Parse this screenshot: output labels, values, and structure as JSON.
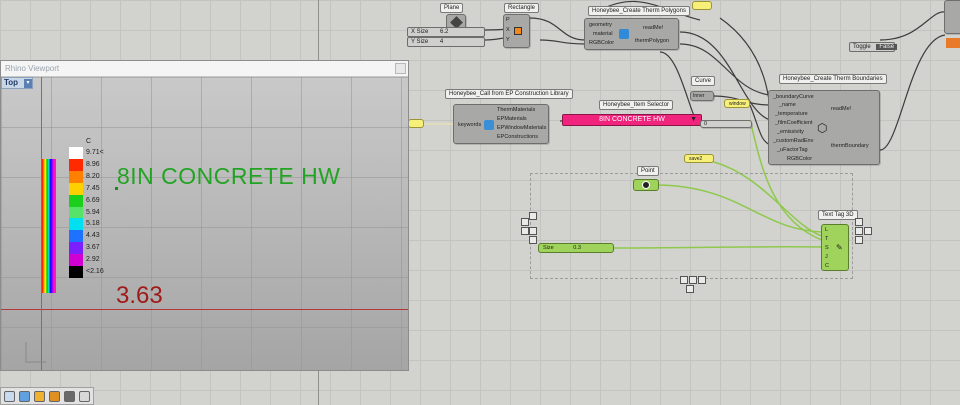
{
  "rhino_viewport": {
    "title": "Rhino Viewport",
    "view_name": "Top",
    "legend": {
      "unit": "C",
      "labels": [
        "9.71<",
        "8.96",
        "8.20",
        "7.45",
        "6.69",
        "5.94",
        "5.18",
        "4.43",
        "3.67",
        "2.92",
        "<2.16"
      ],
      "colors": [
        "#ffffff",
        "#ff2a00",
        "#ff7f00",
        "#ffd000",
        "#1ccf1c",
        "#57e36a",
        "#00e0f0",
        "#1e72ff",
        "#7b1fff",
        "#d000d0",
        "#000000"
      ]
    },
    "tags": {
      "material_name": "8IN CONCRETE HW",
      "value": "3.63"
    }
  },
  "grasshopper": {
    "plane_label": "Plane",
    "rectangle_label": "Rectangle",
    "x_size_label": "X Size",
    "x_size_value": "6.2",
    "y_size_label": "Y Size",
    "y_size_value": "4",
    "therm_polygon_title": "Honeybee_Create Therm Polygons",
    "therm_polygon_inputs": [
      "geometry",
      "material",
      "RGBColor"
    ],
    "therm_polygon_outputs": [
      "readMe!",
      "thermPolygon"
    ],
    "curve_label": "Curve",
    "inner_label": "Inner",
    "therm_boundaries_title": "Honeybee_Create Therm Boundaries",
    "therm_boundaries_inputs": [
      "_boundaryCurve",
      "_name",
      "_temperature",
      "_filmCoefficient",
      "_emissivity",
      "_customRadEnv",
      "_uFactorTag",
      "RGBColor"
    ],
    "therm_boundaries_outputs": [
      "readMe!",
      "thermBoundary"
    ],
    "toggle_label": "Toggle",
    "toggle_value": "False",
    "construction_lib_title": "Honeybee_Call from EP Construction Library",
    "construction_lib_input": "keywords",
    "construction_lib_outputs": [
      "ThermMaterials",
      "EPMaterials",
      "EPWindowMaterials",
      "EPConstructions"
    ],
    "item_selector_title": "Honeybee_Item Selector",
    "item_selector_value": "8IN CONCRETE HW",
    "window_label": "window",
    "save_label": "save2",
    "point_label": "Point",
    "size_label": "Size",
    "size_value": "0.3",
    "text_tag_title": "Text Tag 3D",
    "text_tag_inputs": [
      "L",
      "T",
      "S",
      "J",
      "C"
    ],
    "misc_label": "0"
  },
  "taskbar": {
    "icons": [
      "rhino-icon",
      "grasshopper-icon",
      "explorer-icon",
      "folder-icon",
      "app-icon-5",
      "app-icon-6"
    ]
  }
}
